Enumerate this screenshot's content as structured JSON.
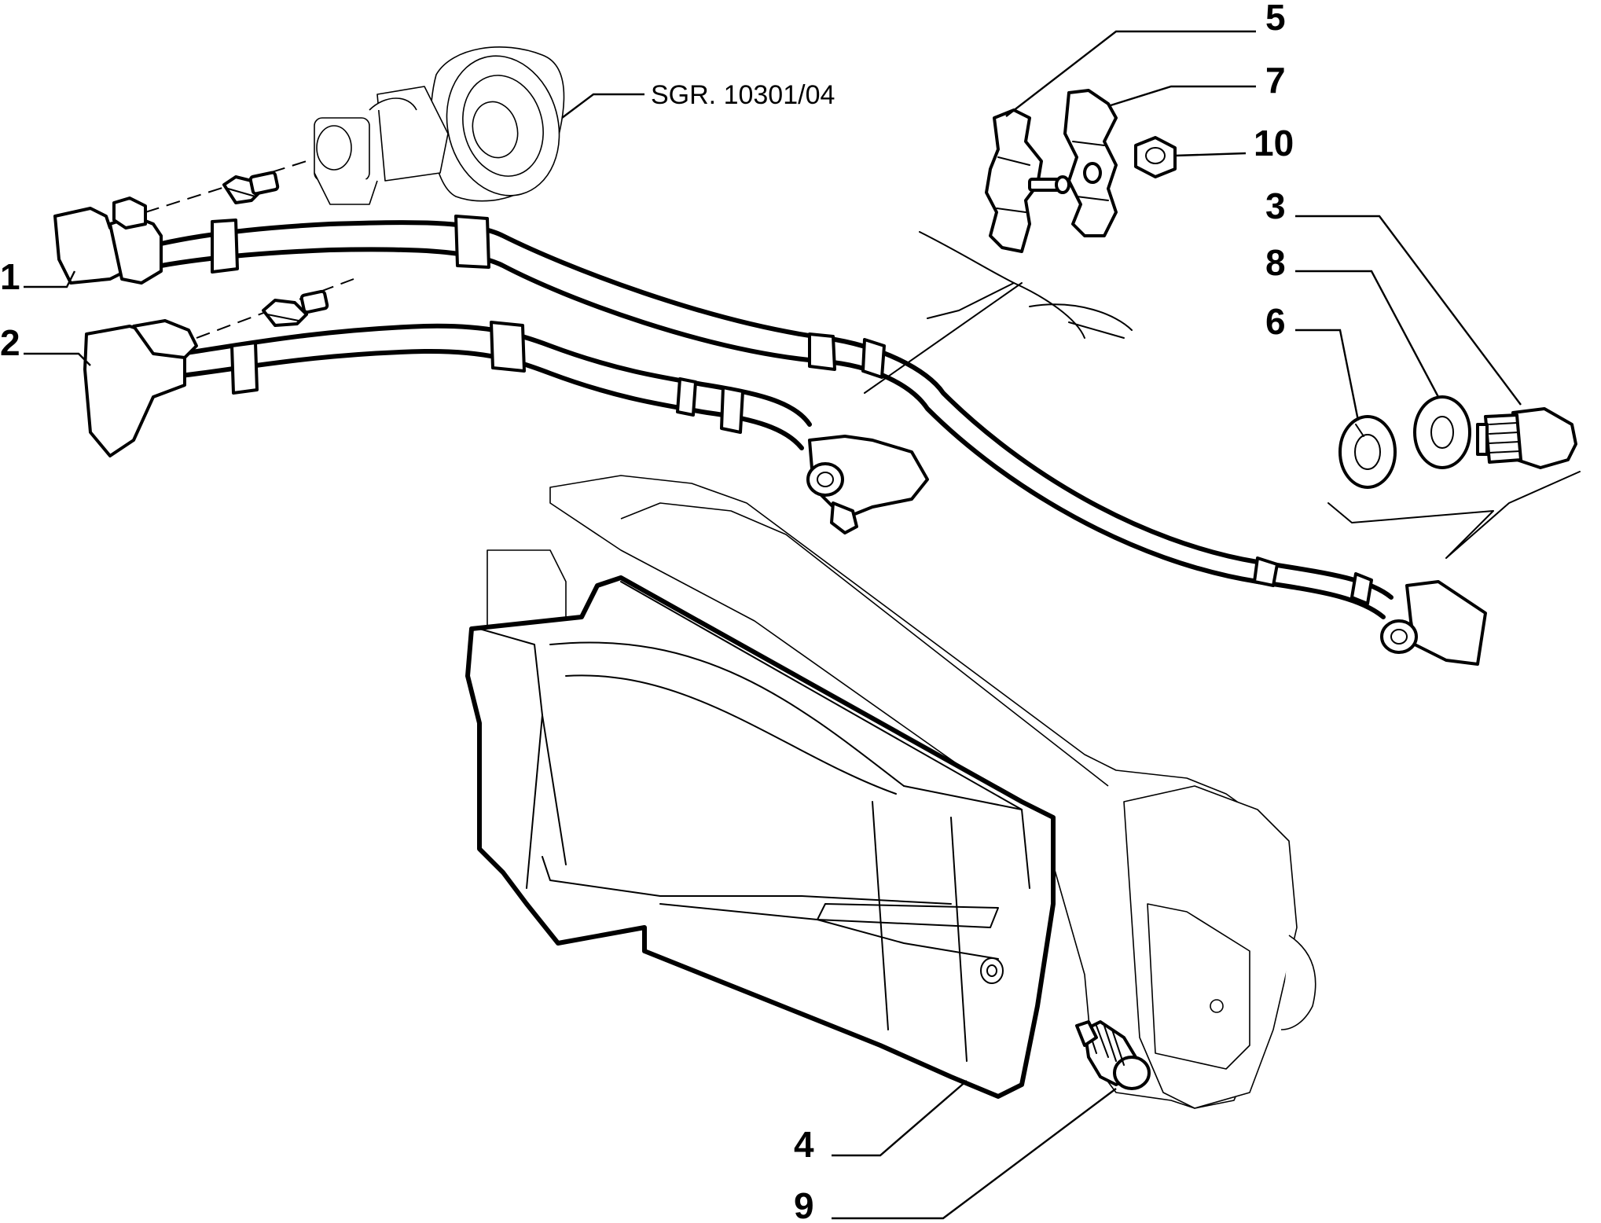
{
  "diagram": {
    "reference_label": "SGR. 10301/04",
    "callouts": {
      "c1": "1",
      "c2": "2",
      "c3": "3",
      "c4": "4",
      "c5": "5",
      "c6": "6",
      "c7": "7",
      "c8": "8",
      "c9": "9",
      "c10": "10"
    }
  },
  "colors": {
    "line": "#000000",
    "background": "#ffffff"
  }
}
